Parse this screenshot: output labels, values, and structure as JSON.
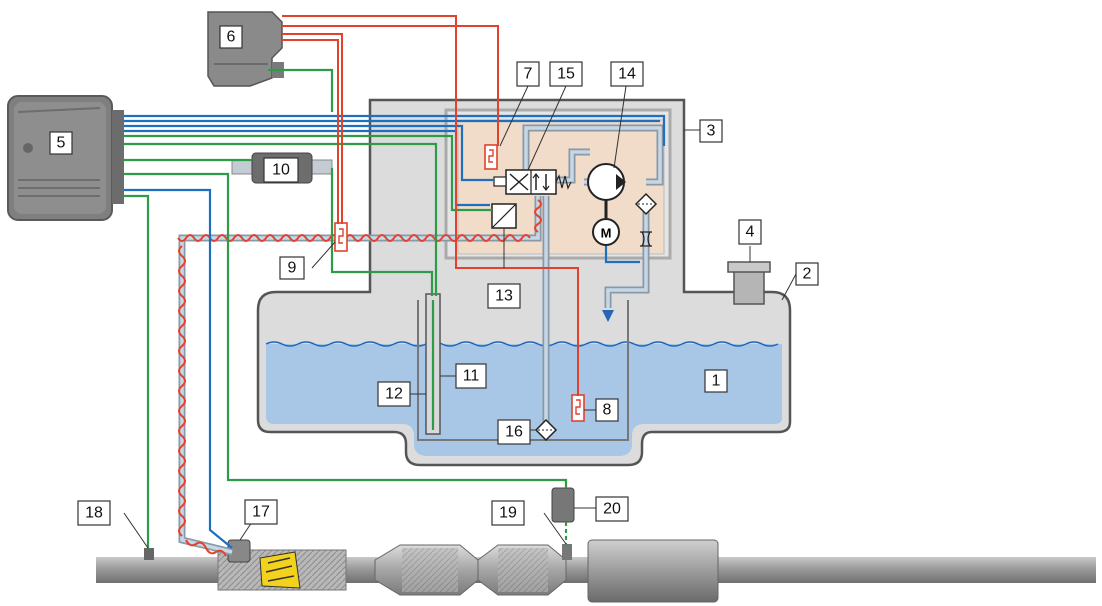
{
  "labels": {
    "l1": "1",
    "l2": "2",
    "l3": "3",
    "l4": "4",
    "l5": "5",
    "l6": "6",
    "l7": "7",
    "l8": "8",
    "l9": "9",
    "l10": "10",
    "l11": "11",
    "l12": "12",
    "l13": "13",
    "l14": "14",
    "l15": "15",
    "l16": "16",
    "l17": "17",
    "l18": "18",
    "l19": "19",
    "l20": "20"
  },
  "symbols": {
    "pump_motor": "M"
  },
  "colors": {
    "liquid": "#a8c6e6",
    "tank_shell": "#d8d8d8",
    "tank_outline": "#555555",
    "module": "#f1dcc9",
    "wire_green": "#2e9b48",
    "wire_blue": "#1f6fbf",
    "wire_red": "#e2422c"
  }
}
